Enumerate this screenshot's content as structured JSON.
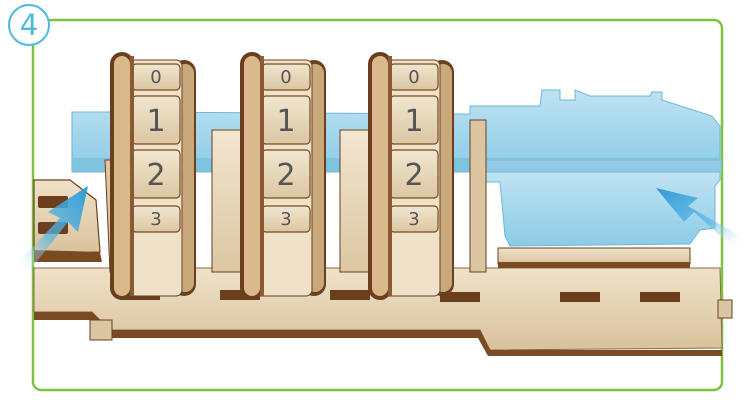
{
  "step": {
    "number": "4"
  },
  "wheels": [
    {
      "digits": [
        "0",
        "1",
        "2",
        "3"
      ]
    },
    {
      "digits": [
        "0",
        "1",
        "2",
        "3"
      ]
    },
    {
      "digits": [
        "0",
        "1",
        "2",
        "3"
      ]
    }
  ],
  "colors": {
    "frame_green": "#7ec242",
    "badge_blue": "#4fb8df",
    "wood_light": "#e6d4b6",
    "wood_edge": "#6b3f1e",
    "bolt_blue": "#9fd4ea",
    "arrow_blue": "#3aa6dc"
  },
  "icons": [
    "step-number-badge",
    "arrow-left-icon",
    "arrow-right-icon"
  ]
}
